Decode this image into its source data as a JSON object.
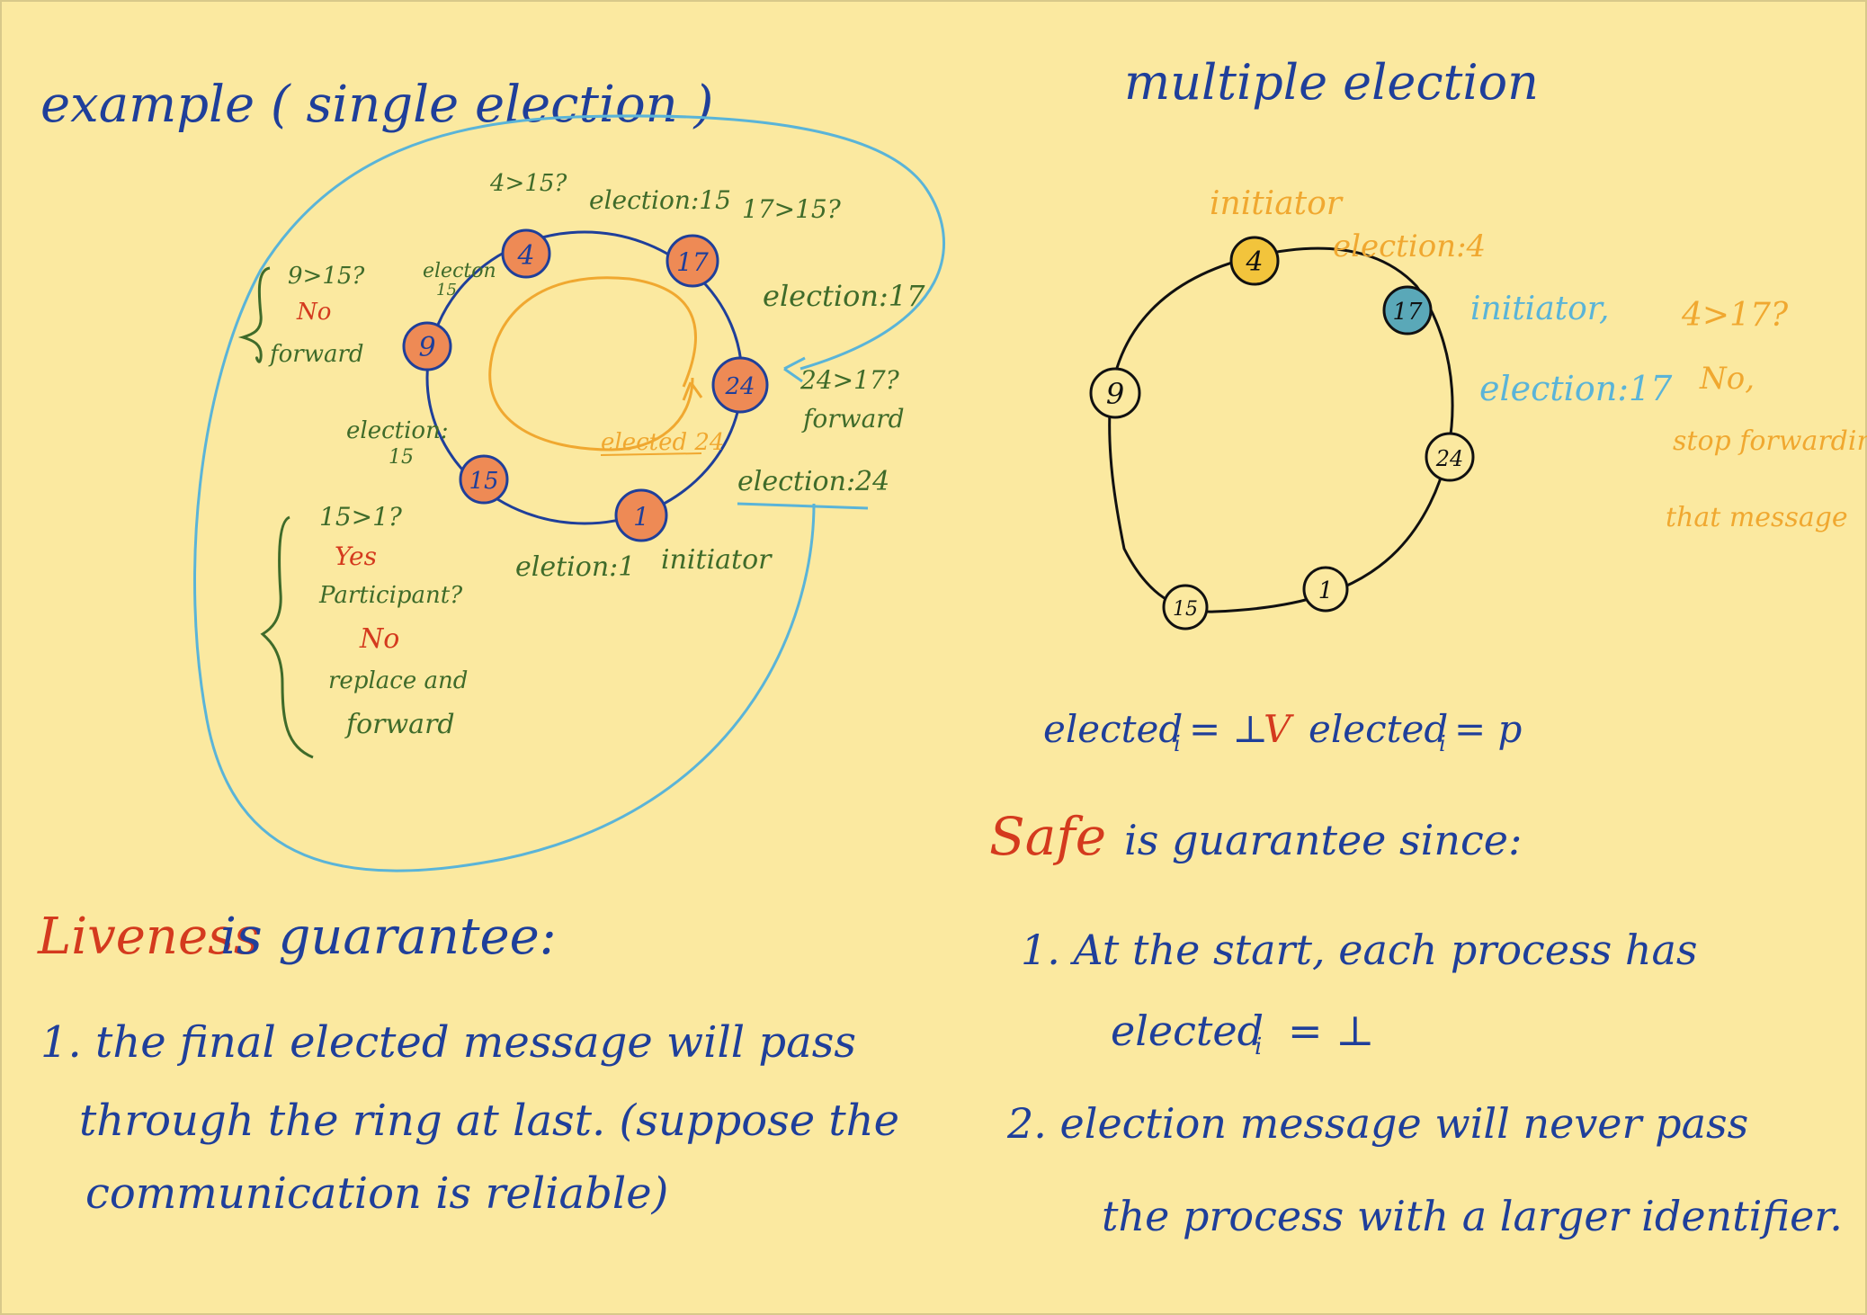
{
  "colors": {
    "background": "#fbe9a0",
    "blue_ink": "#1f3f9a",
    "green_ink": "#3f6b2a",
    "red_ink": "#d43a1e",
    "orange_ink": "#f0a830",
    "cyan_ink": "#5ab4d8",
    "node_fill_orange": "#ee8a55",
    "node_fill_yellow": "#f2c43c",
    "node_fill_teal": "#5aa8b8",
    "black_ink": "#111111"
  },
  "left": {
    "title": "example ( single election )",
    "nodes": [
      "4",
      "17",
      "24",
      "1",
      "15",
      "9"
    ],
    "labels": {
      "q_4_15": "4>15?",
      "election_15_top": "election:15",
      "q_17_15": "17>15?",
      "election_17": "election:17",
      "q_24_17": "24>17?",
      "forward_right": "forward",
      "election_24": "election:24",
      "initiator": "initiator",
      "election_1": "eletion:1",
      "elected_24": "elected 24",
      "election_15_left": "election:",
      "election_15_left_num": "15",
      "election_15_small": "electon",
      "election_15_small_num": "15",
      "q_9_15": "9>15?",
      "no_9": "No",
      "forward_9": "forward",
      "q_15_1": "15>1?",
      "yes": "Yes",
      "participant": "Participant?",
      "no_participant": "No",
      "replace_and": "replace and",
      "forward_15": "forward"
    }
  },
  "right": {
    "title": "multiple election",
    "nodes": [
      "4",
      "17",
      "24",
      "1",
      "15",
      "9"
    ],
    "labels": {
      "initiator_4": "initiator",
      "election_4": "election:4",
      "initiator_17": "initiator,",
      "election_17": "election:17",
      "q_4_17": "4>17?",
      "no": "No,",
      "stop_forwarding": "stop forwarding",
      "that_message": "that message"
    }
  },
  "formula": {
    "part1": "elected",
    "sub1": "i",
    "part2": "= ⊥",
    "vee": "V",
    "part3": "elected",
    "sub2": "i",
    "part4": "= p"
  },
  "liveness": {
    "heading": "Liveness",
    "rest": "is guarantee:",
    "line1": "1. the final elected message will pass",
    "line2": "through the ring at last. (suppose the",
    "line3": "communication is reliable)"
  },
  "safe": {
    "heading": "Safe",
    "rest": "is guarantee since:",
    "item1_line1": "1.   At the start, each process has",
    "item1_line2": "elected",
    "item1_sub": "i",
    "item1_rest": "= ⊥",
    "item2_line1": "2.   election message will never pass",
    "item2_line2": "the process with a larger identifier."
  }
}
